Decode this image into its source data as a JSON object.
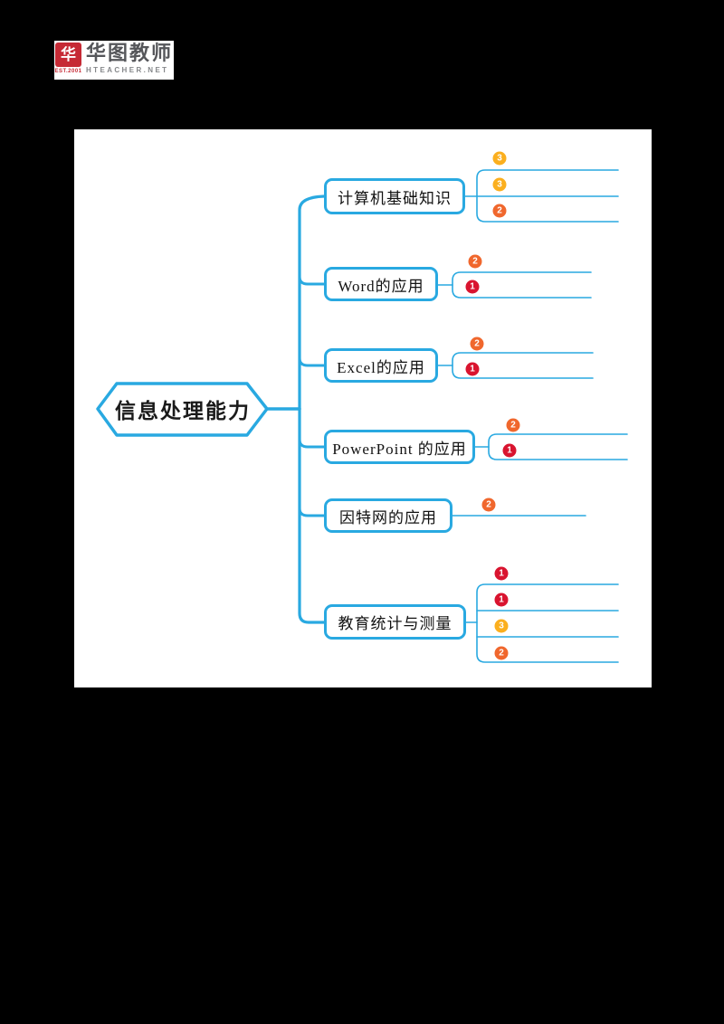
{
  "page": {
    "background": "#000000",
    "panel_background": "#ffffff"
  },
  "logo": {
    "mark_glyph": "华",
    "mark_caption": "EST.2001",
    "brand": "华图教师",
    "brand_sub": "HTEACHER.NET"
  },
  "colors": {
    "line_blue": "#29a9e1",
    "badge_yellow": "#fbaf1e",
    "badge_orange": "#f0672d",
    "badge_red": "#d9142f",
    "logo_red": "#c62a35"
  },
  "mindmap": {
    "root": {
      "label": "信息处理能力"
    },
    "branches": [
      {
        "label": "计算机基础知识",
        "children": [
          {
            "badge": "3",
            "tone": "yellow"
          },
          {
            "badge": "3",
            "tone": "yellow"
          },
          {
            "badge": "2",
            "tone": "orange"
          }
        ]
      },
      {
        "label": "Word的应用",
        "children": [
          {
            "badge": "2",
            "tone": "orange"
          },
          {
            "badge": "1",
            "tone": "red"
          }
        ]
      },
      {
        "label": "Excel的应用",
        "children": [
          {
            "badge": "2",
            "tone": "orange"
          },
          {
            "badge": "1",
            "tone": "red"
          }
        ]
      },
      {
        "label": "PowerPoint 的应用",
        "children": [
          {
            "badge": "2",
            "tone": "orange"
          },
          {
            "badge": "1",
            "tone": "red"
          }
        ]
      },
      {
        "label": "因特网的应用",
        "children": [
          {
            "badge": "2",
            "tone": "orange"
          }
        ]
      },
      {
        "label": "教育统计与测量",
        "children": [
          {
            "badge": "1",
            "tone": "red"
          },
          {
            "badge": "1",
            "tone": "red"
          },
          {
            "badge": "3",
            "tone": "yellow"
          },
          {
            "badge": "2",
            "tone": "orange"
          }
        ]
      }
    ]
  }
}
